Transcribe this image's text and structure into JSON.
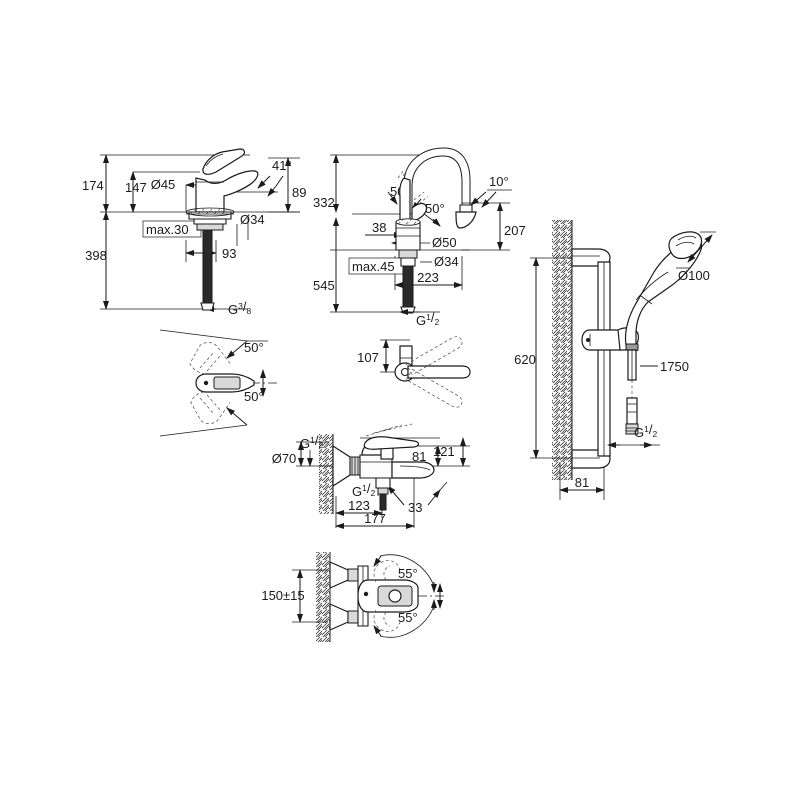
{
  "document": {
    "type": "technical-dimension-drawing",
    "subject": "Bathroom fitting set: basin mixer, kitchen sink mixer, bath/shower mixer and shower rail set",
    "background_color": "#ffffff",
    "line_color": "#1b1b1b"
  },
  "basin_mixer": {
    "name": "Basin mixer elevation",
    "dimensions": {
      "total_height": "398",
      "body_height": "174",
      "spout_height": "147",
      "spout_outlet": "89",
      "handle_diameter": "Ø45",
      "tail_diameter": "Ø34",
      "projection": "93",
      "max_deck_thickness": "max.30",
      "handle_angle": "41°"
    },
    "thread": {
      "letter": "G",
      "numerator": "3",
      "denominator": "8"
    }
  },
  "basin_mixer_plan": {
    "name": "Basin mixer swivel plan view",
    "angle_left": "50°",
    "angle_right": "50°"
  },
  "kitchen_mixer": {
    "name": "Kitchen sink mixer elevation",
    "dimensions": {
      "total_height": "332",
      "lower_height": "545",
      "spout_outlet_height": "207",
      "handle_offset": "38",
      "body_diameter": "Ø50",
      "tail_diameter": "Ø34",
      "max_deck_thickness": "max.45",
      "projection": "223",
      "spout_tilt": "10°",
      "handle_angle_left": "50°",
      "handle_angle_right": "50°"
    },
    "thread": {
      "letter": "G",
      "numerator": "1",
      "denominator": "2"
    }
  },
  "kitchen_mixer_plan": {
    "name": "Kitchen mixer spout swivel plan view",
    "radius": "107"
  },
  "bath_mixer": {
    "name": "Bath / shower mixer elevation",
    "dimensions": {
      "inlet_centres": "121",
      "spout_height": "81",
      "escutcheon_diameter": "Ø70",
      "spout_projection": "177",
      "body_projection": "123",
      "outlet_detail": "33"
    },
    "thread_top": {
      "letter": "G",
      "numerator": "1",
      "denominator": "2"
    },
    "thread_bottom": {
      "letter": "G",
      "numerator": "1",
      "denominator": "2"
    }
  },
  "bath_mixer_plan": {
    "name": "Bath mixer plan view",
    "inlet_centres": "150±15",
    "swivel_upper": "55°",
    "swivel_lower": "55°"
  },
  "shower_set": {
    "name": "Shower rail set with hand shower",
    "dimensions": {
      "rail_length": "620",
      "wall_projection": "81",
      "spray_face_diameter": "Ø100",
      "hose_length": "1750"
    },
    "thread": {
      "letter": "G",
      "numerator": "1",
      "denominator": "2"
    }
  }
}
